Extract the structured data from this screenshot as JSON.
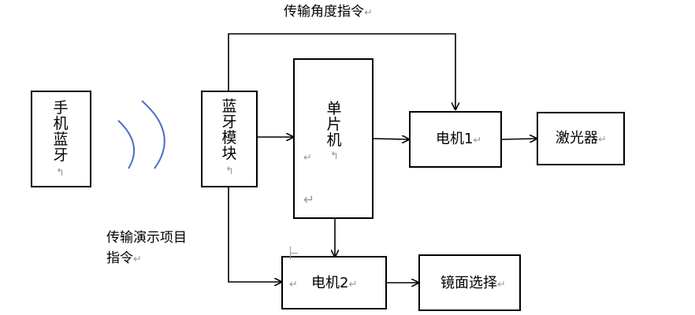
{
  "colors": {
    "stroke": "#000000",
    "signal": "#4a6fc4",
    "mark": "#9a9a9a",
    "underline": "#3f63c0"
  },
  "marks": {
    "return": "↵",
    "anchor": "↰"
  },
  "labels": {
    "top": "传输角度指令",
    "left_line1": "传输演示项目",
    "left_line2": "指令"
  },
  "blocks": {
    "phone_bt": "手机蓝牙",
    "bt_module": "蓝牙模块",
    "mcu": "单片机",
    "motor1": "电机1",
    "laser": "激光器",
    "motor2": "电机2",
    "mirror": "镜面选择"
  }
}
